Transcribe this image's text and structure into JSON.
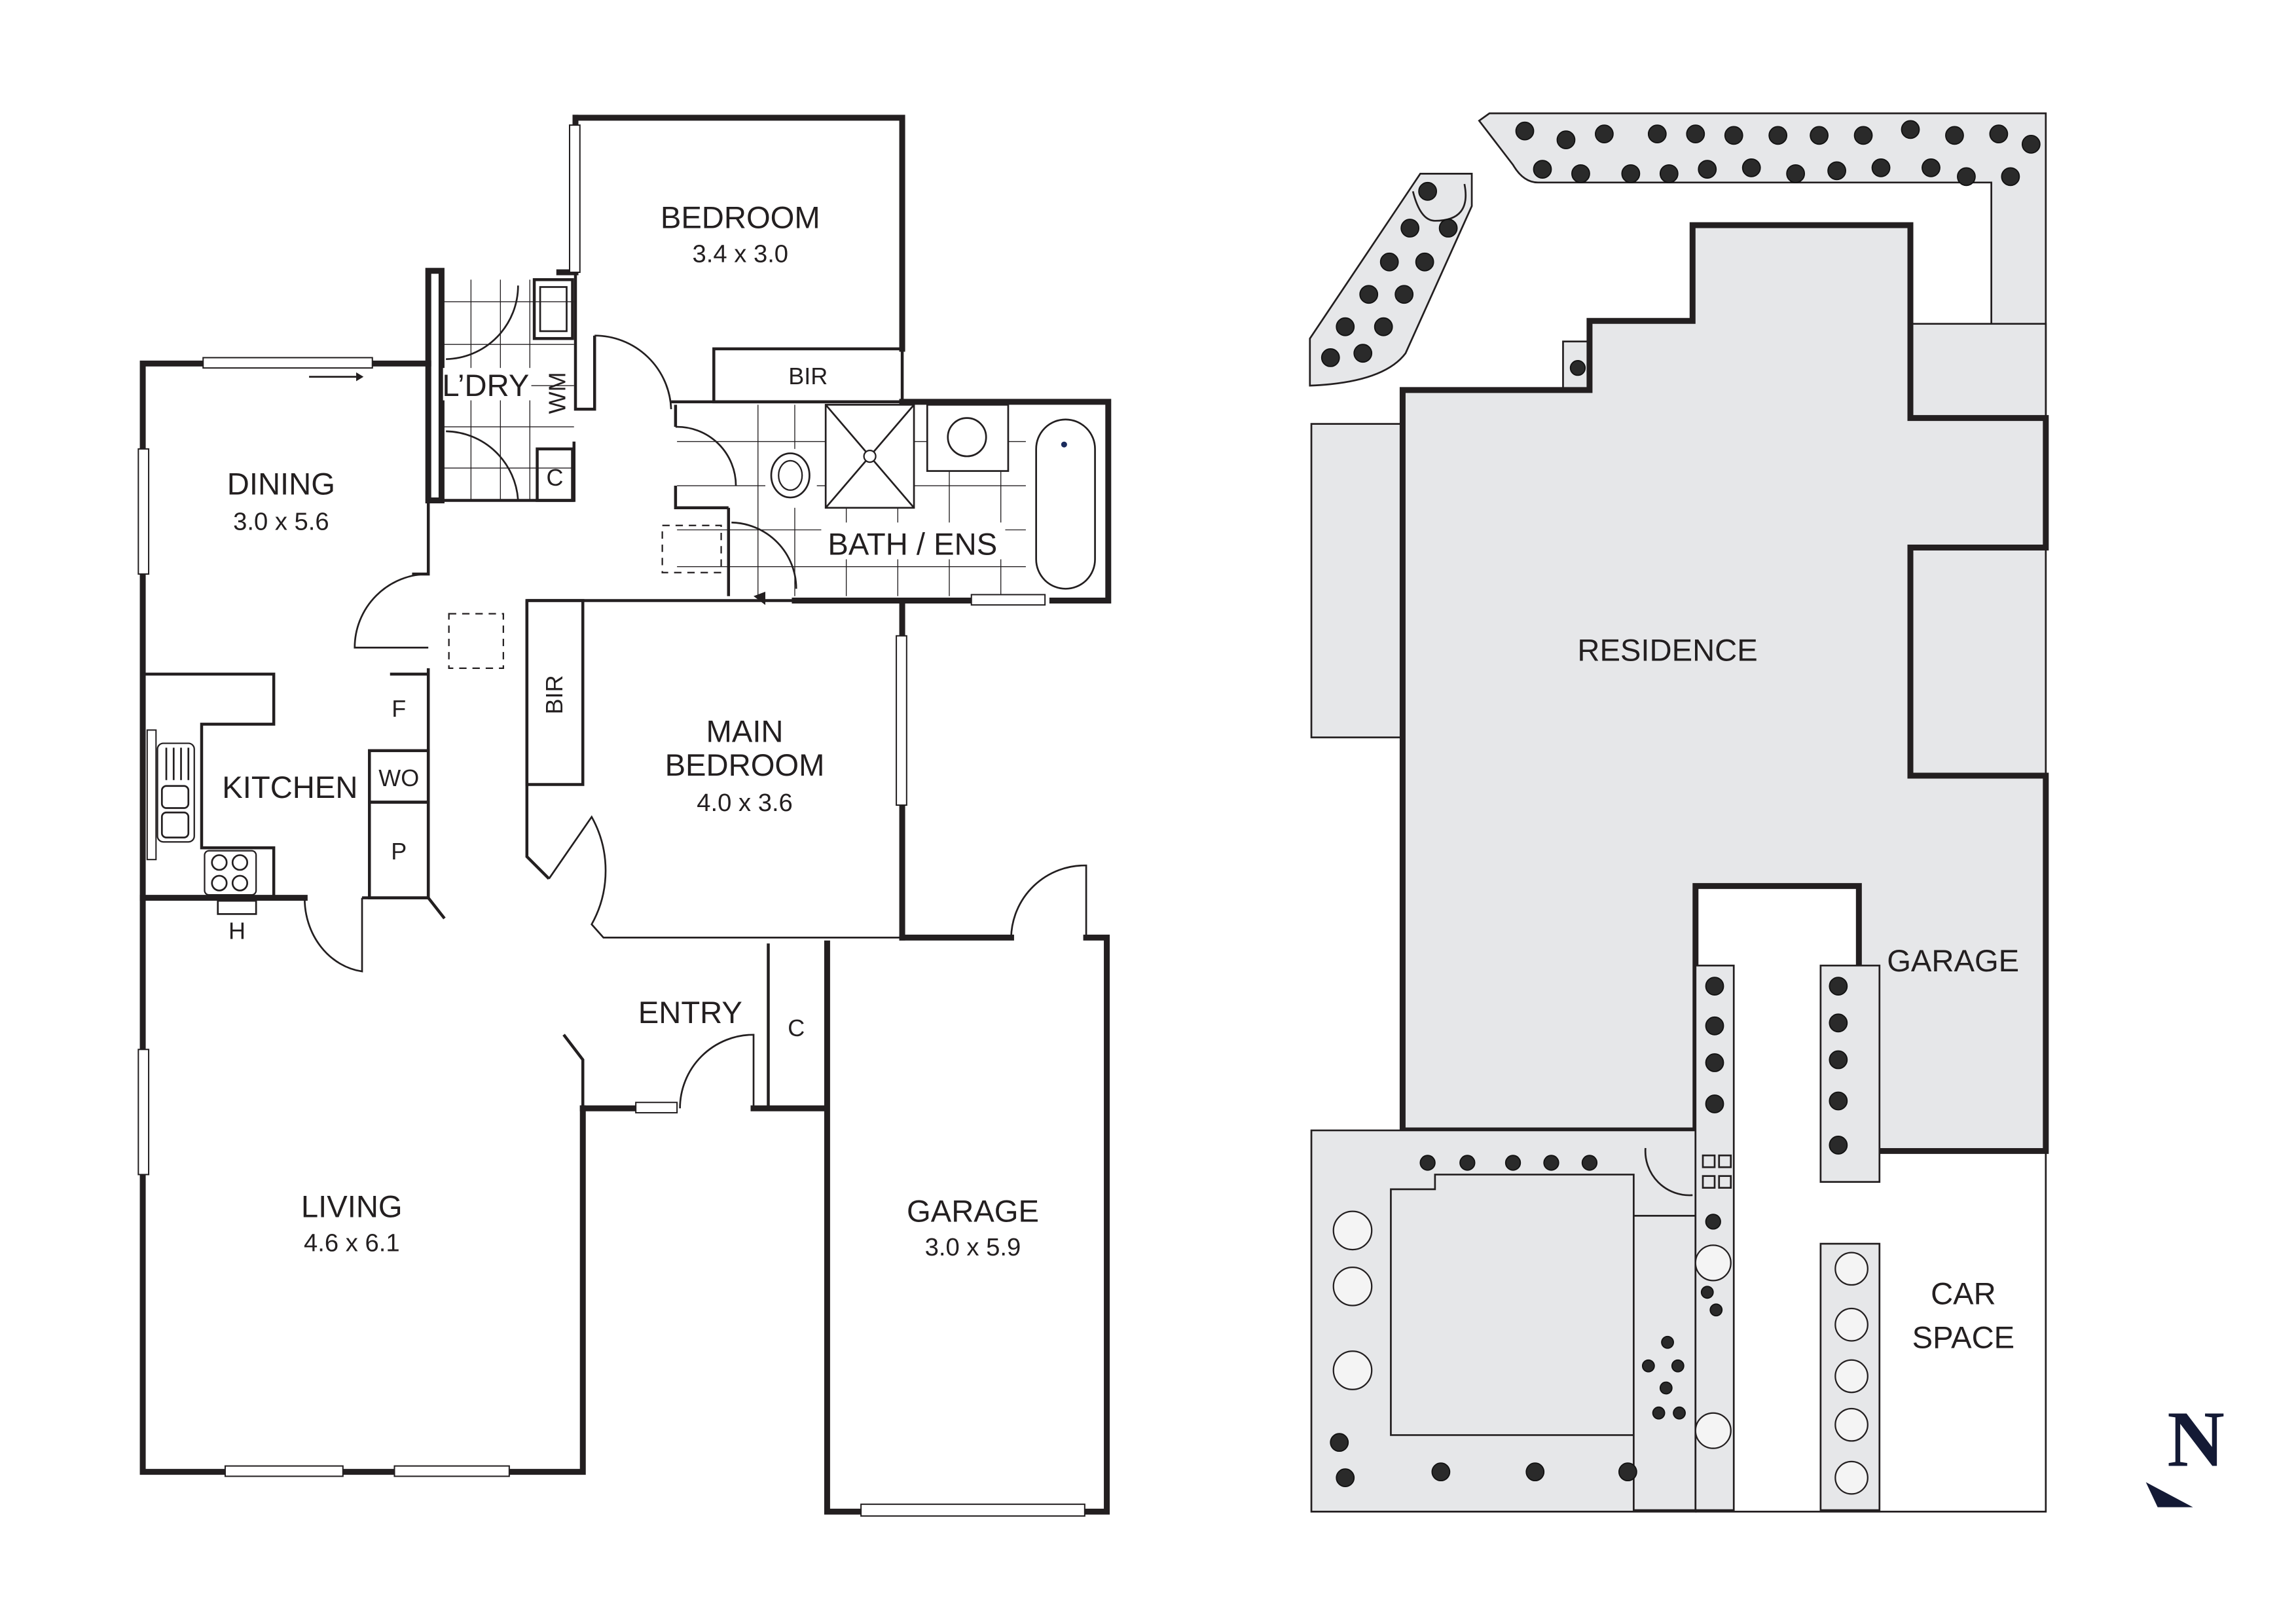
{
  "floor_plan": {
    "rooms": {
      "bedroom": {
        "name": "BEDROOM",
        "dims": "3.4 x 3.0"
      },
      "bir_top": {
        "name": "BIR"
      },
      "laundry": {
        "name": "L’DRY"
      },
      "wm": {
        "name": "WM"
      },
      "laundry_cupboard": {
        "name": "C"
      },
      "dining": {
        "name": "DINING",
        "dims": "3.0 x 5.6"
      },
      "bath_ens": {
        "name": "BATH / ENS"
      },
      "kitchen": {
        "name": "KITCHEN"
      },
      "fridge": {
        "name": "F"
      },
      "wall_oven": {
        "name": "WO"
      },
      "pantry": {
        "name": "P"
      },
      "hotplate": {
        "name": "H"
      },
      "bir_main": {
        "name": "BIR"
      },
      "main_bedroom": {
        "name_line1": "MAIN",
        "name_line2": "BEDROOM",
        "dims": "4.0 x 3.6"
      },
      "entry": {
        "name": "ENTRY"
      },
      "entry_cupboard": {
        "name": "C"
      },
      "living": {
        "name": "LIVING",
        "dims": "4.6 x 6.1"
      },
      "garage": {
        "name": "GARAGE",
        "dims": "3.0 x 5.9"
      }
    }
  },
  "site_plan": {
    "labels": {
      "residence": "RESIDENCE",
      "garage": "GARAGE",
      "car_space_line1": "CAR",
      "car_space_line2": "SPACE"
    }
  },
  "compass": {
    "label": "N",
    "color": "#141a35"
  },
  "colors": {
    "wall": "#231f20",
    "site_fill": "#e6e7e9",
    "background": "#ffffff"
  }
}
